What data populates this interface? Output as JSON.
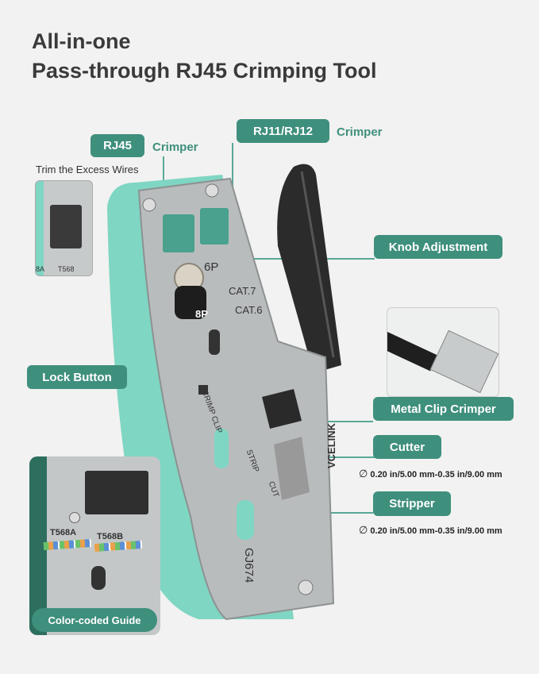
{
  "title": {
    "line1": "All-in-one",
    "line2": "Pass-through RJ45 Crimping Tool"
  },
  "labels": {
    "rj45": "RJ45",
    "rj45_crimper": "Crimper",
    "rj11": "RJ11/RJ12",
    "rj11_crimper": "Crimper",
    "trim": "Trim the Excess Wires",
    "knob": "Knob Adjustment",
    "lock": "Lock Button",
    "metal_clip": "Metal Clip Crimper",
    "cutter": "Cutter",
    "cutter_spec": "0.20 in/5.00 mm-0.35 in/9.00 mm",
    "stripper": "Stripper",
    "stripper_spec": "0.20 in/5.00 mm-0.35 in/9.00 mm",
    "color_guide": "Color-coded Guide",
    "diameter_symbol": "∅"
  },
  "tool_marks": {
    "p6": "6P",
    "p8": "8P",
    "cat7": "CAT.7",
    "cat6": "CAT.6",
    "crimp_clip": "CRIMP CLIP",
    "strip": "STRIP",
    "cut": "CUT",
    "brand": "VCELINK",
    "model": "GJ674",
    "t568a": "T568A",
    "t568b": "T568B",
    "inset_a": "8A",
    "inset_b": "T568"
  },
  "colors": {
    "accent": "#3f8f7d",
    "mint": "#7fd6c2",
    "steel": "#b9bcbd",
    "handle": "#2b2b2b"
  }
}
